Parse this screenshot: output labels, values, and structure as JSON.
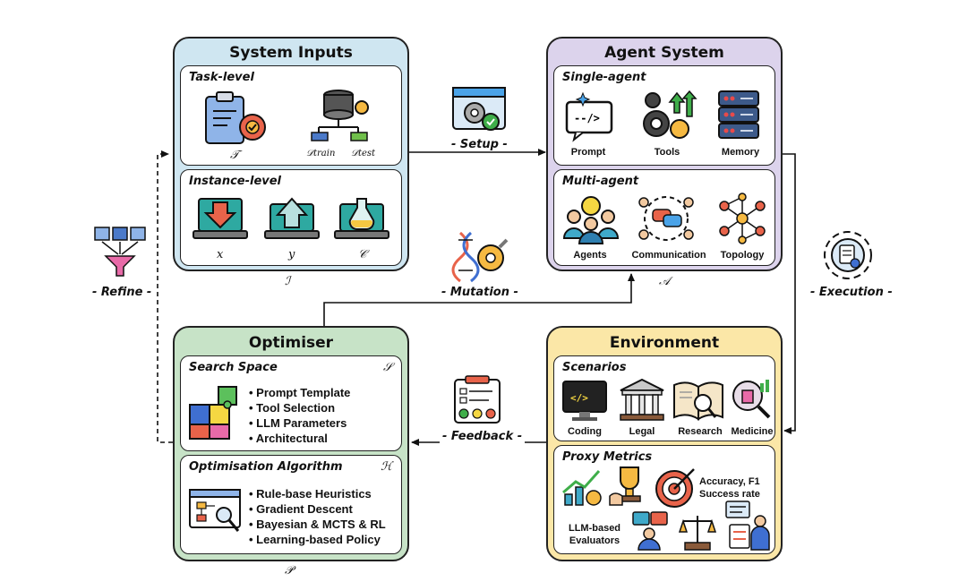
{
  "system_inputs": {
    "title": "System Inputs",
    "task_level": {
      "title": "Task-level",
      "t_symbol": "𝒯",
      "d_train": "𝒟train",
      "d_test": "𝒟test"
    },
    "instance_level": {
      "title": "Instance-level",
      "x": "x",
      "y": "y",
      "c": "𝒞"
    },
    "symbol": "ℐ"
  },
  "agent_system": {
    "title": "Agent System",
    "single_agent": {
      "title": "Single-agent",
      "items": [
        "Prompt",
        "Tools",
        "Memory"
      ]
    },
    "multi_agent": {
      "title": "Multi-agent",
      "items": [
        "Agents",
        "Communication",
        "Topology"
      ]
    },
    "symbol": "𝒜"
  },
  "optimiser": {
    "title": "Optimiser",
    "search_space": {
      "title": "Search Space",
      "symbol": "𝒮",
      "items": [
        "Prompt Template",
        "Tool Selection",
        "LLM Parameters",
        "Architectural"
      ]
    },
    "algorithm": {
      "title": "Optimisation Algorithm",
      "symbol": "ℋ",
      "items": [
        "Rule-base Heuristics",
        "Gradient Descent",
        "Bayesian & MCTS & RL",
        "Learning-based Policy"
      ]
    },
    "symbol": "𝒫"
  },
  "environment": {
    "title": "Environment",
    "scenarios": {
      "title": "Scenarios",
      "items": [
        "Coding",
        "Legal",
        "Research",
        "Medicine"
      ]
    },
    "proxy_metrics": {
      "title": "Proxy Metrics",
      "metric_line1": "Accuracy, F1",
      "metric_line2": "Success rate",
      "evaluators_line1": "LLM-based",
      "evaluators_line2": "Evaluators"
    }
  },
  "edges": {
    "setup": "- Setup -",
    "mutation": "- Mutation -",
    "feedback": "- Feedback -",
    "refine": "- Refine -",
    "execution": "- Execution -"
  },
  "colors": {
    "inputs_bg": "#cfe6f1",
    "agent_bg": "#dcd3ec",
    "optimiser_bg": "#c7e3c7",
    "environment_bg": "#fbe7a7"
  }
}
